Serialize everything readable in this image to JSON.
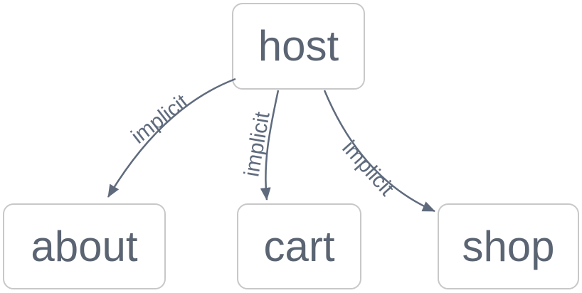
{
  "diagram": {
    "type": "flowchart-top-down",
    "background_color": "#ffffff",
    "colors": {
      "node_border": "#c8c8c8",
      "node_fill": "#ffffff",
      "node_text": "#5b6472",
      "edge_stroke": "#5f6b7d",
      "edge_label_text": "#5f6b7d"
    },
    "nodes": [
      {
        "id": "host",
        "label": "host"
      },
      {
        "id": "about",
        "label": "about"
      },
      {
        "id": "cart",
        "label": "cart"
      },
      {
        "id": "shop",
        "label": "shop"
      }
    ],
    "edges": [
      {
        "from": "host",
        "to": "about",
        "label": "implicit",
        "arrow": "filled-triangle"
      },
      {
        "from": "host",
        "to": "cart",
        "label": "implicit",
        "arrow": "filled-triangle"
      },
      {
        "from": "host",
        "to": "shop",
        "label": "implicit",
        "arrow": "filled-triangle"
      }
    ]
  }
}
